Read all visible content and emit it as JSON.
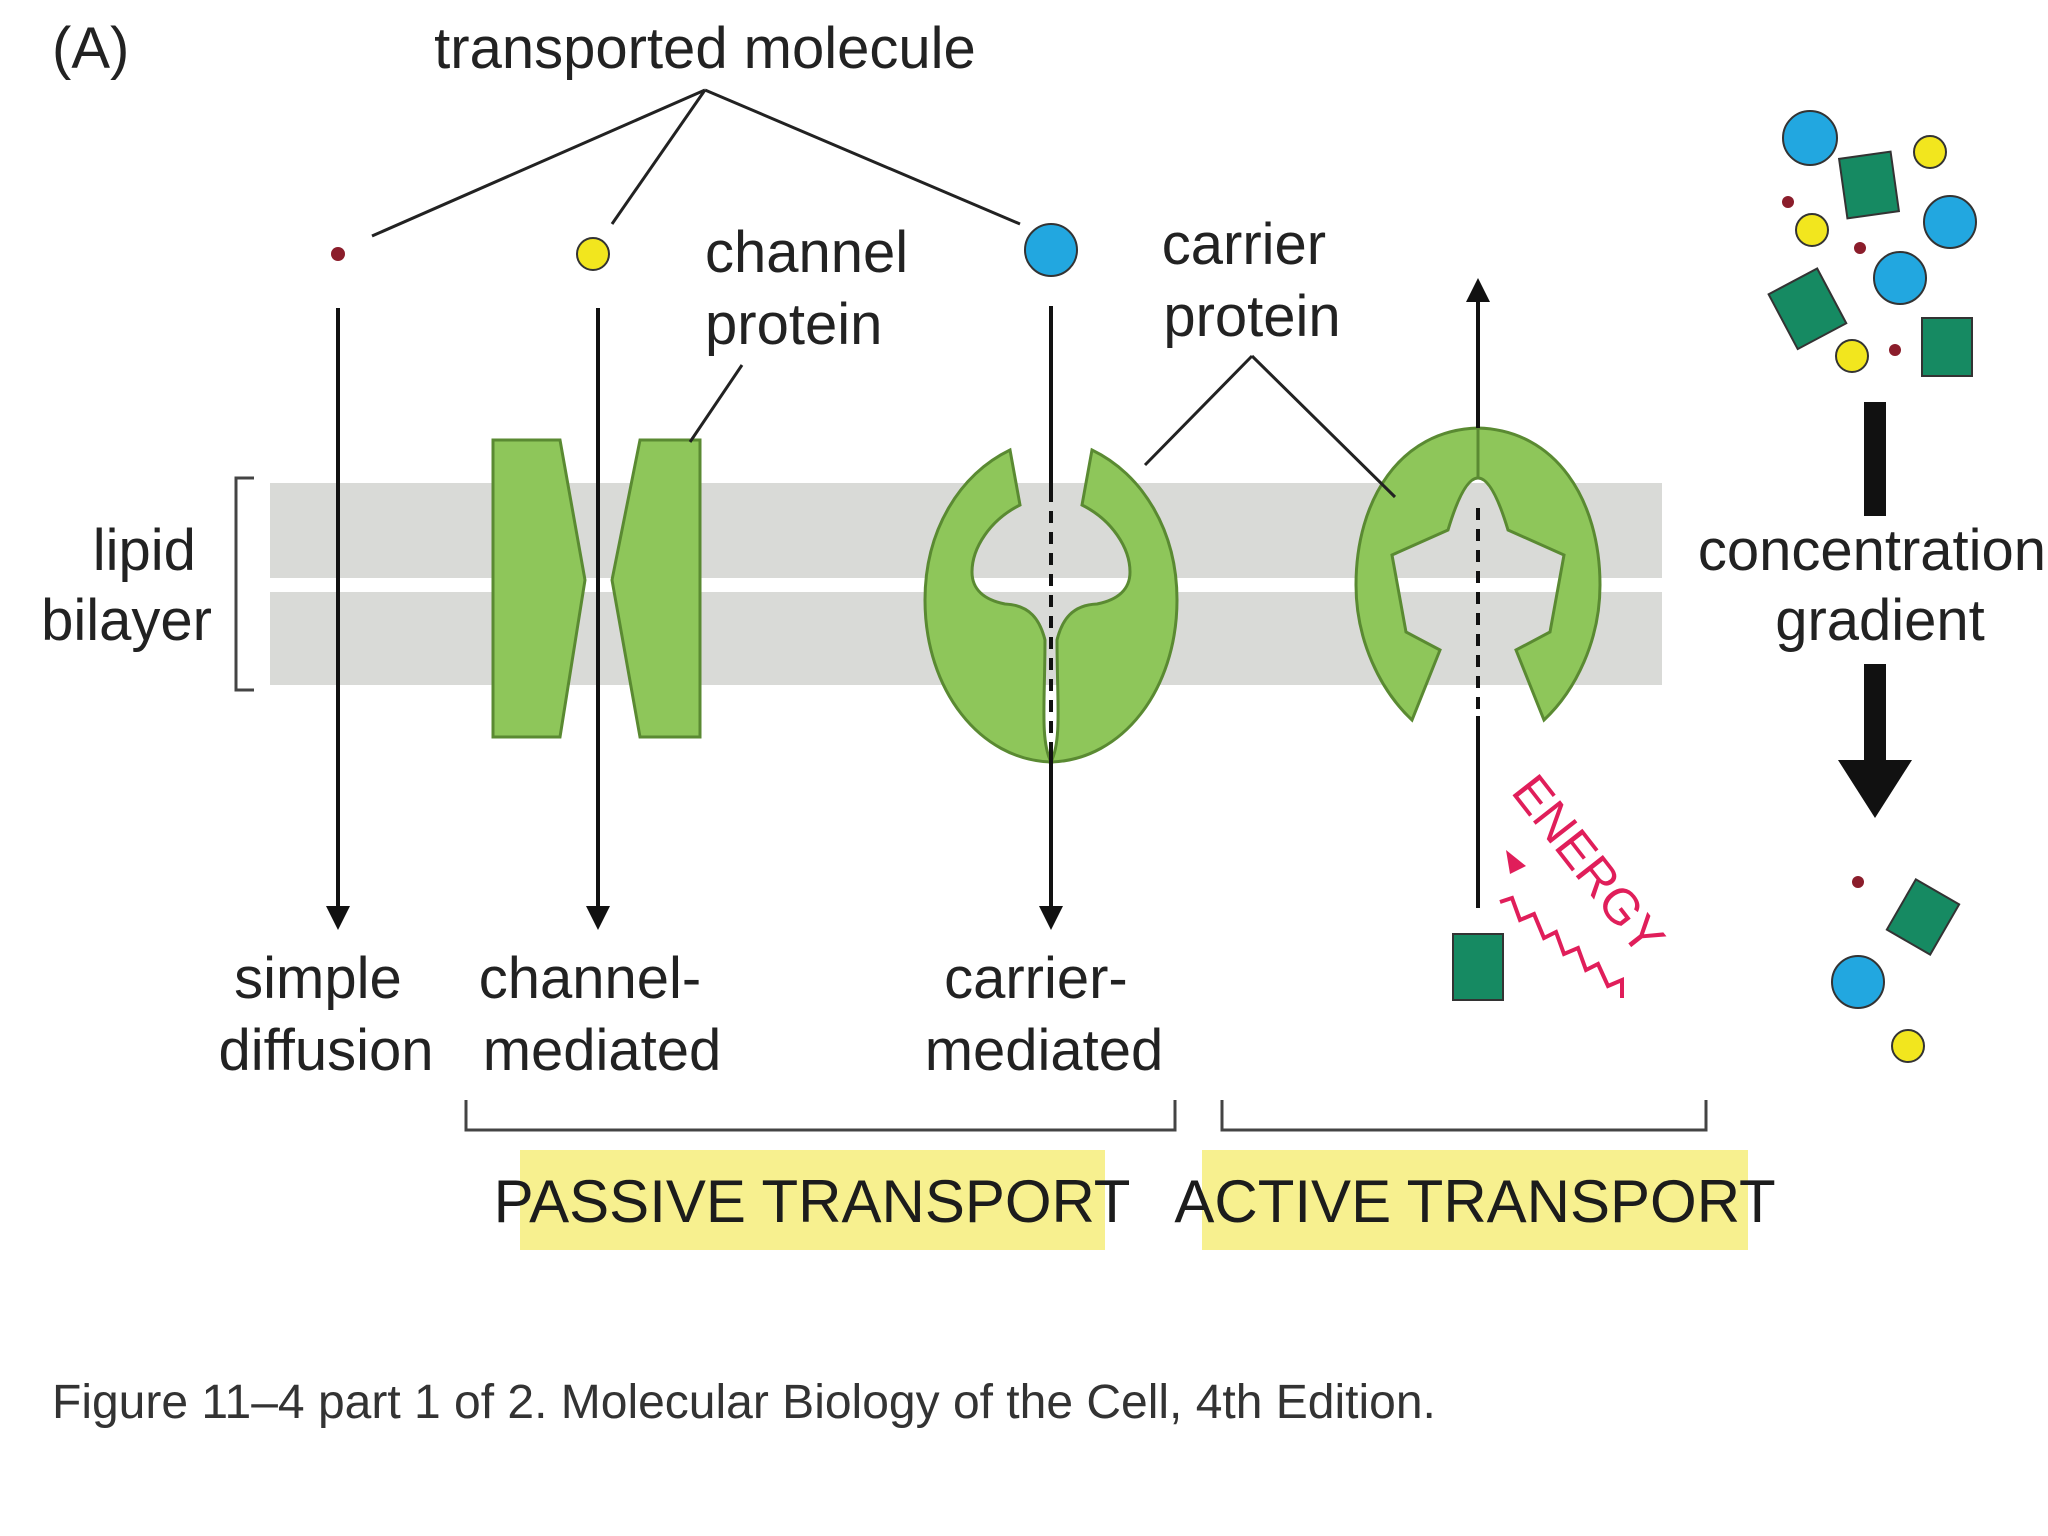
{
  "figure": {
    "panel_label": "(A)",
    "transported_molecule_label": "transported molecule",
    "channel_protein_label": [
      "channel",
      "protein"
    ],
    "carrier_protein_label": [
      "carrier",
      "protein"
    ],
    "lipid_bilayer_label": [
      "lipid",
      "bilayer"
    ],
    "mechanisms": [
      {
        "lines": [
          "simple",
          "diffusion"
        ]
      },
      {
        "lines": [
          "channel-",
          "mediated"
        ]
      },
      {
        "lines": [
          "carrier-",
          "mediated"
        ]
      }
    ],
    "passive_transport_label": "PASSIVE TRANSPORT",
    "active_transport_label": "ACTIVE TRANSPORT",
    "energy_label": "ENERGY",
    "concentration_gradient_label": [
      "concentration",
      "gradient"
    ],
    "caption": "Figure 11–4 part 1 of 2. Molecular Biology of the Cell, 4th Edition."
  },
  "colors": {
    "membrane": "#d9dad7",
    "protein_green": "#8ec65a",
    "protein_outline": "#5a8a32",
    "molecule_cyan": "#22a7e0",
    "molecule_yellow": "#f2e61e",
    "molecule_green": "#168a62",
    "molecule_red": "#8b1d2b",
    "band_yellow": "#f7f08f",
    "energy_red": "#e01e5a"
  }
}
